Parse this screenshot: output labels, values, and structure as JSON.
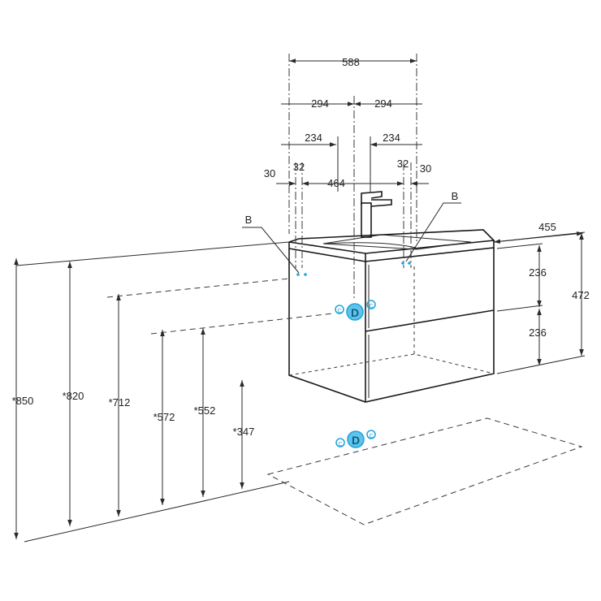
{
  "colors": {
    "line": "#2a2a2a",
    "accent": "#1fa3d9",
    "accent_fill": "#5fc3ea"
  },
  "dimensions": {
    "top_width": "588",
    "half_left": "294",
    "half_right": "294",
    "inner_left": "234",
    "inner_right": "234",
    "edge_left": "30",
    "edge_right": "30",
    "hole_left": "32",
    "hole_right": "32",
    "hole_span": "464",
    "depth": "455",
    "drawer_top": "236",
    "drawer_bottom": "236",
    "cabinet_height": "472",
    "floor_850": "*850",
    "floor_820": "*820",
    "floor_712": "*712",
    "floor_572": "*572",
    "floor_552": "*552",
    "floor_347": "*347"
  },
  "callouts": {
    "b_left": "B",
    "b_right": "B"
  },
  "markers": {
    "wall_small_left": "C",
    "wall_big": "D",
    "wall_small_right": "C",
    "floor_small_left": "C",
    "floor_big": "D",
    "floor_small_right": "C"
  }
}
